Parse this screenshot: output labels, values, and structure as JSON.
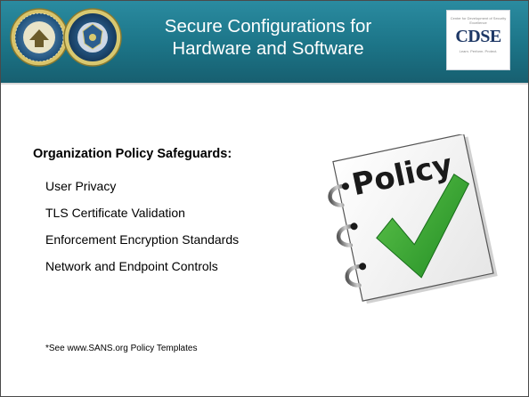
{
  "header": {
    "title_line1": "Secure Configurations for",
    "title_line2": "Hardware and Software",
    "logo_right_text": "CDSE",
    "logo_right_top_small": "Center for Development of Security Excellence",
    "logo_right_bottom_small": "Learn. Perform. Protect."
  },
  "content": {
    "heading": "Organization Policy Safeguards:",
    "items": [
      "User Privacy",
      "TLS Certificate Validation",
      "Enforcement Encryption Standards",
      "Network and Endpoint Controls"
    ],
    "footnote": "*See www.SANS.org Policy Templates"
  },
  "graphic": {
    "notepad_word": "Policy"
  },
  "colors": {
    "header_bg": "#1c7487",
    "title_text": "#ffffff",
    "checkmark": "#2f9a2f",
    "cdse_text": "#1e3866"
  }
}
